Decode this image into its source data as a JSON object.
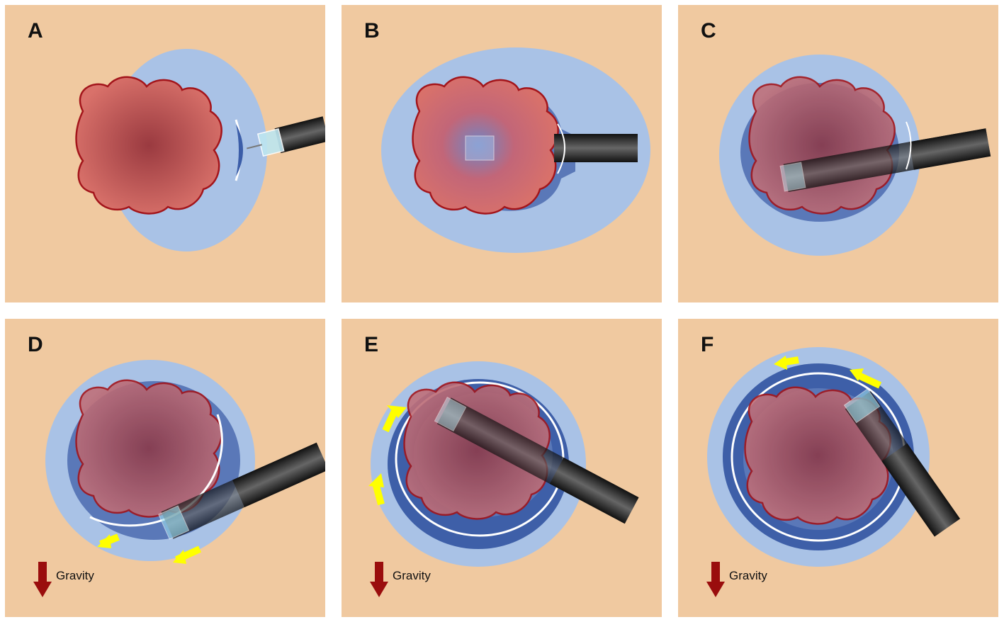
{
  "panels": [
    {
      "label": "A",
      "gravity_label": ""
    },
    {
      "label": "B",
      "gravity_label": ""
    },
    {
      "label": "C",
      "gravity_label": ""
    },
    {
      "label": "D",
      "gravity_label": "Gravity"
    },
    {
      "label": "E",
      "gravity_label": "Gravity"
    },
    {
      "label": "F",
      "gravity_label": "Gravity"
    }
  ],
  "colors": {
    "background": "#f0c9a0",
    "fluid_outer": "#a9c2e6",
    "fluid_inner": "#5a78b8",
    "tumor": "#d06a62",
    "tumor_edge": "#a3151b",
    "scope": "#222222",
    "arrow": "#ffff00",
    "gravity_arrow": "#9a0d0d"
  }
}
